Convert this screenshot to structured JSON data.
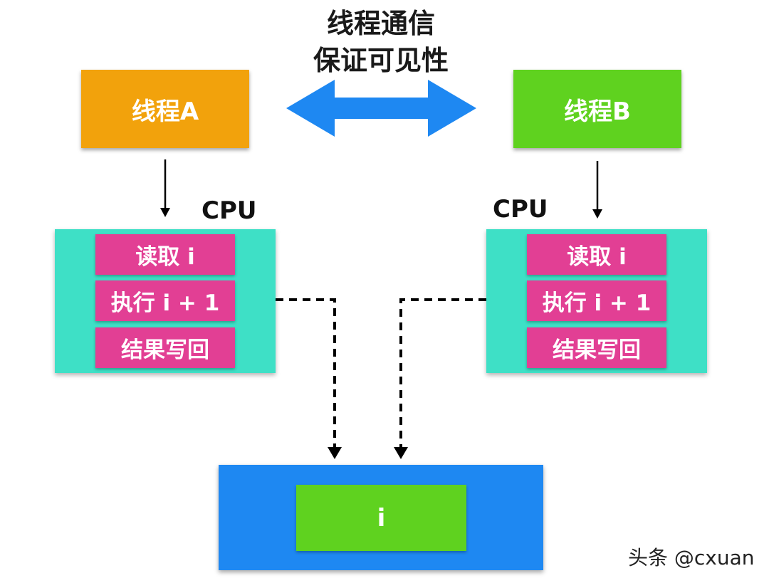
{
  "title": {
    "line1": "线程通信",
    "line2": "保证可见性"
  },
  "threads": {
    "a": {
      "label": "线程A",
      "color": "#f2a20c"
    },
    "b": {
      "label": "线程B",
      "color": "#5fd21f"
    }
  },
  "cpu": {
    "left": {
      "label": "CPU",
      "steps": [
        "读取 i",
        "执行 i + 1",
        "结果写回"
      ]
    },
    "right": {
      "label": "CPU",
      "steps": [
        "读取 i",
        "执行 i + 1",
        "结果写回"
      ]
    }
  },
  "memory": {
    "variable": "i"
  },
  "watermark": "头条 @cxuan",
  "colors": {
    "cpu_panel": "#3ee0c6",
    "step": "#e23f94",
    "memory": "#1e88f2",
    "double_arrow": "#1e88f2"
  }
}
